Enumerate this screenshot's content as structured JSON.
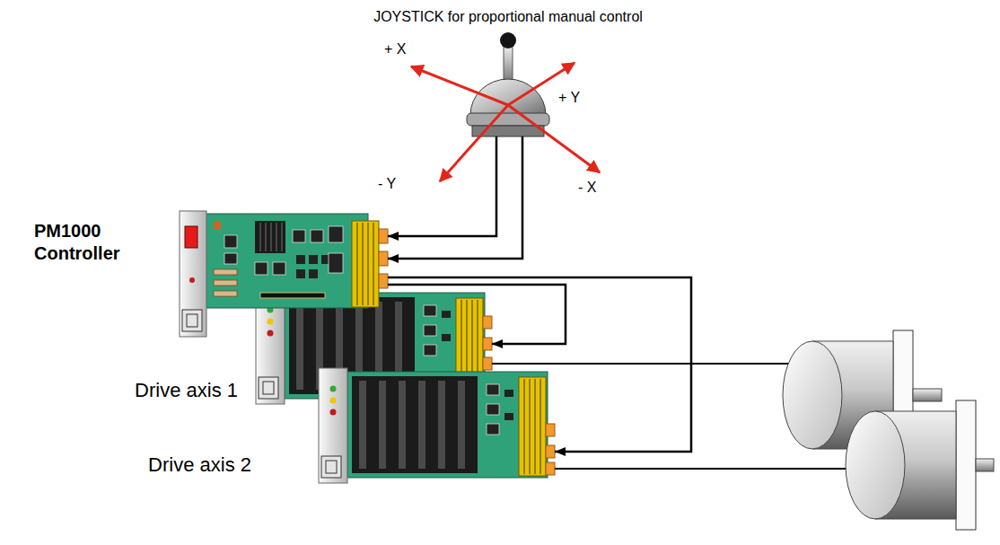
{
  "diagram": {
    "nodes": [
      {
        "text": [
          "JOYSTICK for proportional manual control"
        ]
      },
      {
        "text": [
          "PM1000 Controller"
        ]
      },
      {
        "text": [
          "Drive axis 1"
        ]
      },
      {
        "text": [
          "Drive axis 2"
        ]
      }
    ],
    "edges": [
      {
        "from": 0,
        "to": 1,
        "arrow": "to"
      },
      {
        "from": 0,
        "to": 1,
        "arrow": "to"
      },
      {
        "from": 1,
        "to": 2,
        "arrow": "to"
      },
      {
        "from": 1,
        "to": 3,
        "arrow": "to"
      }
    ],
    "labels": [
      "+ X",
      "+ Y",
      "- Y",
      "- X"
    ]
  }
}
